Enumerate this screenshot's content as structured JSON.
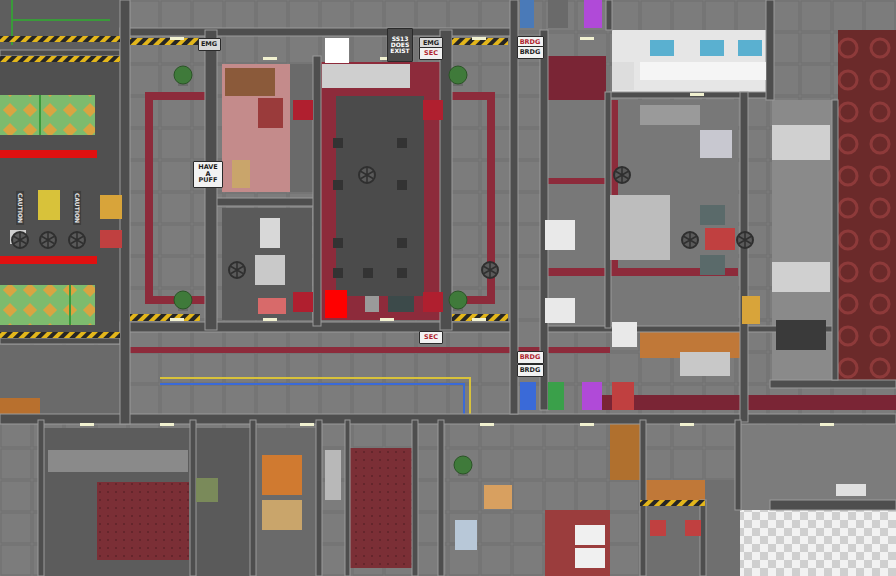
{
  "diagram": {
    "nodes": [
      {
        "text": [
          "EMG"
        ]
      },
      {
        "text": [
          "SS13 DOES EXIST"
        ]
      },
      {
        "text": [
          "EMG"
        ]
      },
      {
        "text": [
          "SEC"
        ]
      },
      {
        "text": [
          "BRDG"
        ]
      },
      {
        "text": [
          "BRDG"
        ]
      },
      {
        "text": [
          "HAVE A PUFF"
        ]
      },
      {
        "text": [
          "SEC"
        ]
      },
      {
        "text": [
          "BRDG"
        ]
      },
      {
        "text": [
          "BRDG"
        ]
      }
    ],
    "labels": [
      "CAUTION",
      "CAUTION"
    ]
  }
}
